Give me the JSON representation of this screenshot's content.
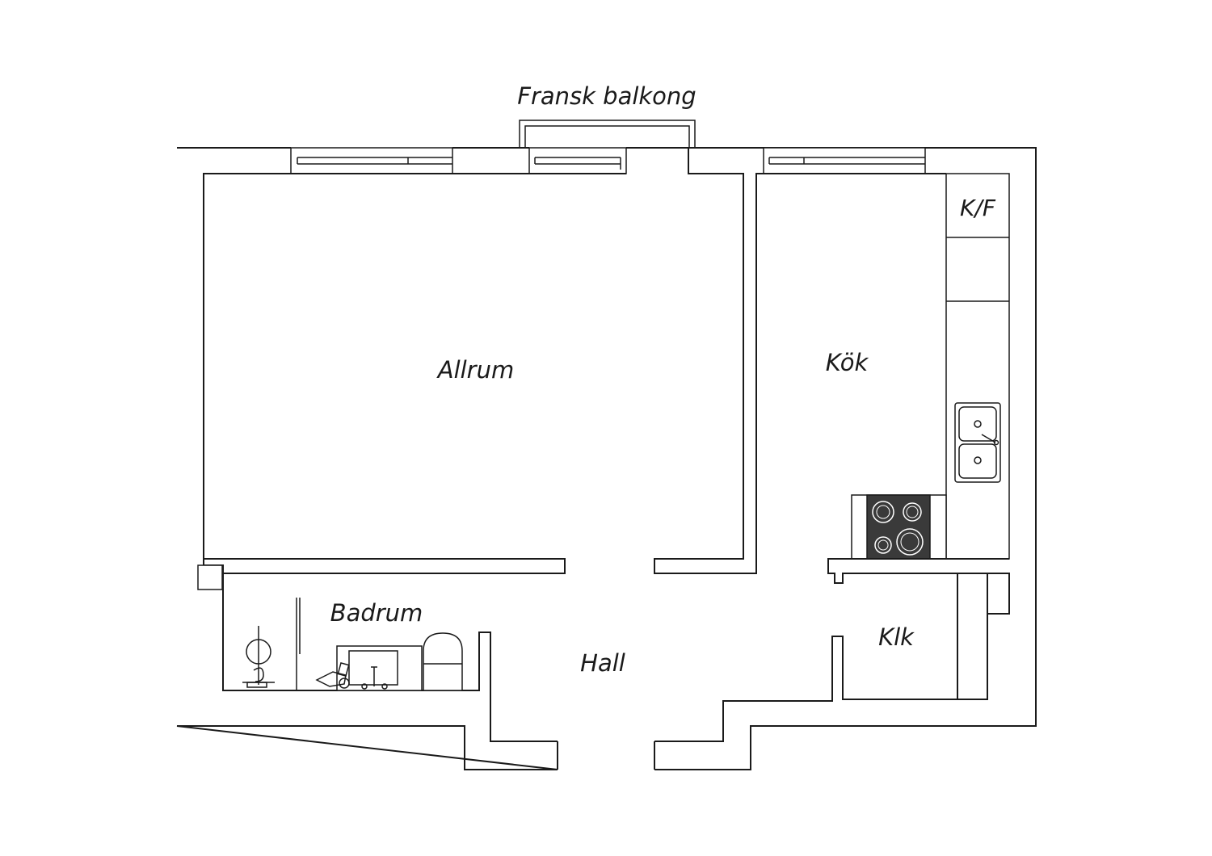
{
  "floorplan": {
    "labels": {
      "balcony": "Fransk balkong",
      "living_room": "Allrum",
      "kitchen": "Kök",
      "fridge_freezer": "K/F",
      "bathroom": "Badrum",
      "hall": "Hall",
      "closet": "Klk"
    },
    "colors": {
      "line": "#1a1a1a",
      "stove": "#3a3a3a",
      "background": "#ffffff"
    },
    "icons": [
      "window-icon",
      "sink-icon",
      "stove-icon",
      "toilet-icon",
      "washbasin-icon",
      "shower-icon"
    ]
  }
}
